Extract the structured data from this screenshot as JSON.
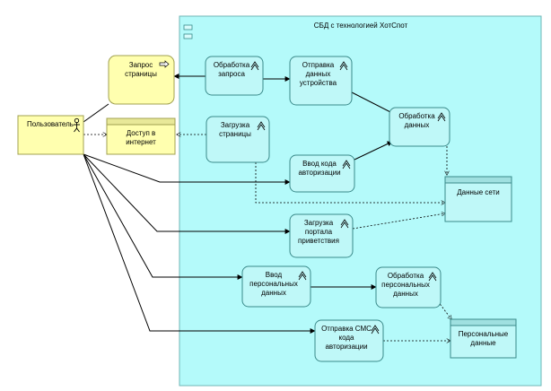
{
  "diagram": {
    "system_title": "СБД с технологией ХотСпот",
    "colors": {
      "system_fill": "#b4fafa",
      "system_stroke": "#6fb6b6",
      "process_fill": "#bff8f8",
      "process_stroke": "#3a8a8a",
      "business_fill": "#ffffaf",
      "business_stroke": "#a0a050",
      "data_fill": "#bff8f8",
      "data_header": "#9fe0e0",
      "edge": "#000000"
    },
    "actor": {
      "label": "Пользователь",
      "icon": "actor-icon"
    },
    "business_process": {
      "label": "Запрос страницы",
      "icon": "arrow-right-icon"
    },
    "business_object": {
      "label": "Доступ в интернет"
    },
    "processes": [
      {
        "id": "p1",
        "label": "Обработка запроса",
        "icon": "process-icon"
      },
      {
        "id": "p2",
        "label": "Отправка данных устройства",
        "icon": "process-icon"
      },
      {
        "id": "p3",
        "label": "Загрузка страницы",
        "icon": "process-icon"
      },
      {
        "id": "p4",
        "label": "Обработка данных",
        "icon": "process-icon"
      },
      {
        "id": "p5",
        "label": "Ввод кода авторизации",
        "icon": "process-icon"
      },
      {
        "id": "p6",
        "label": "Загрузка портала приветствия",
        "icon": "process-icon"
      },
      {
        "id": "p7",
        "label": "Ввод персональных данных",
        "icon": "process-icon"
      },
      {
        "id": "p8",
        "label": "Обработка персональных данных",
        "icon": "process-icon"
      },
      {
        "id": "p9",
        "label": "Отправка СМС код авторизации",
        "icon": "process-icon"
      }
    ],
    "data_objects": [
      {
        "id": "d1",
        "label": "Данные сети"
      },
      {
        "id": "d2",
        "label": "Персональные данные"
      }
    ]
  }
}
